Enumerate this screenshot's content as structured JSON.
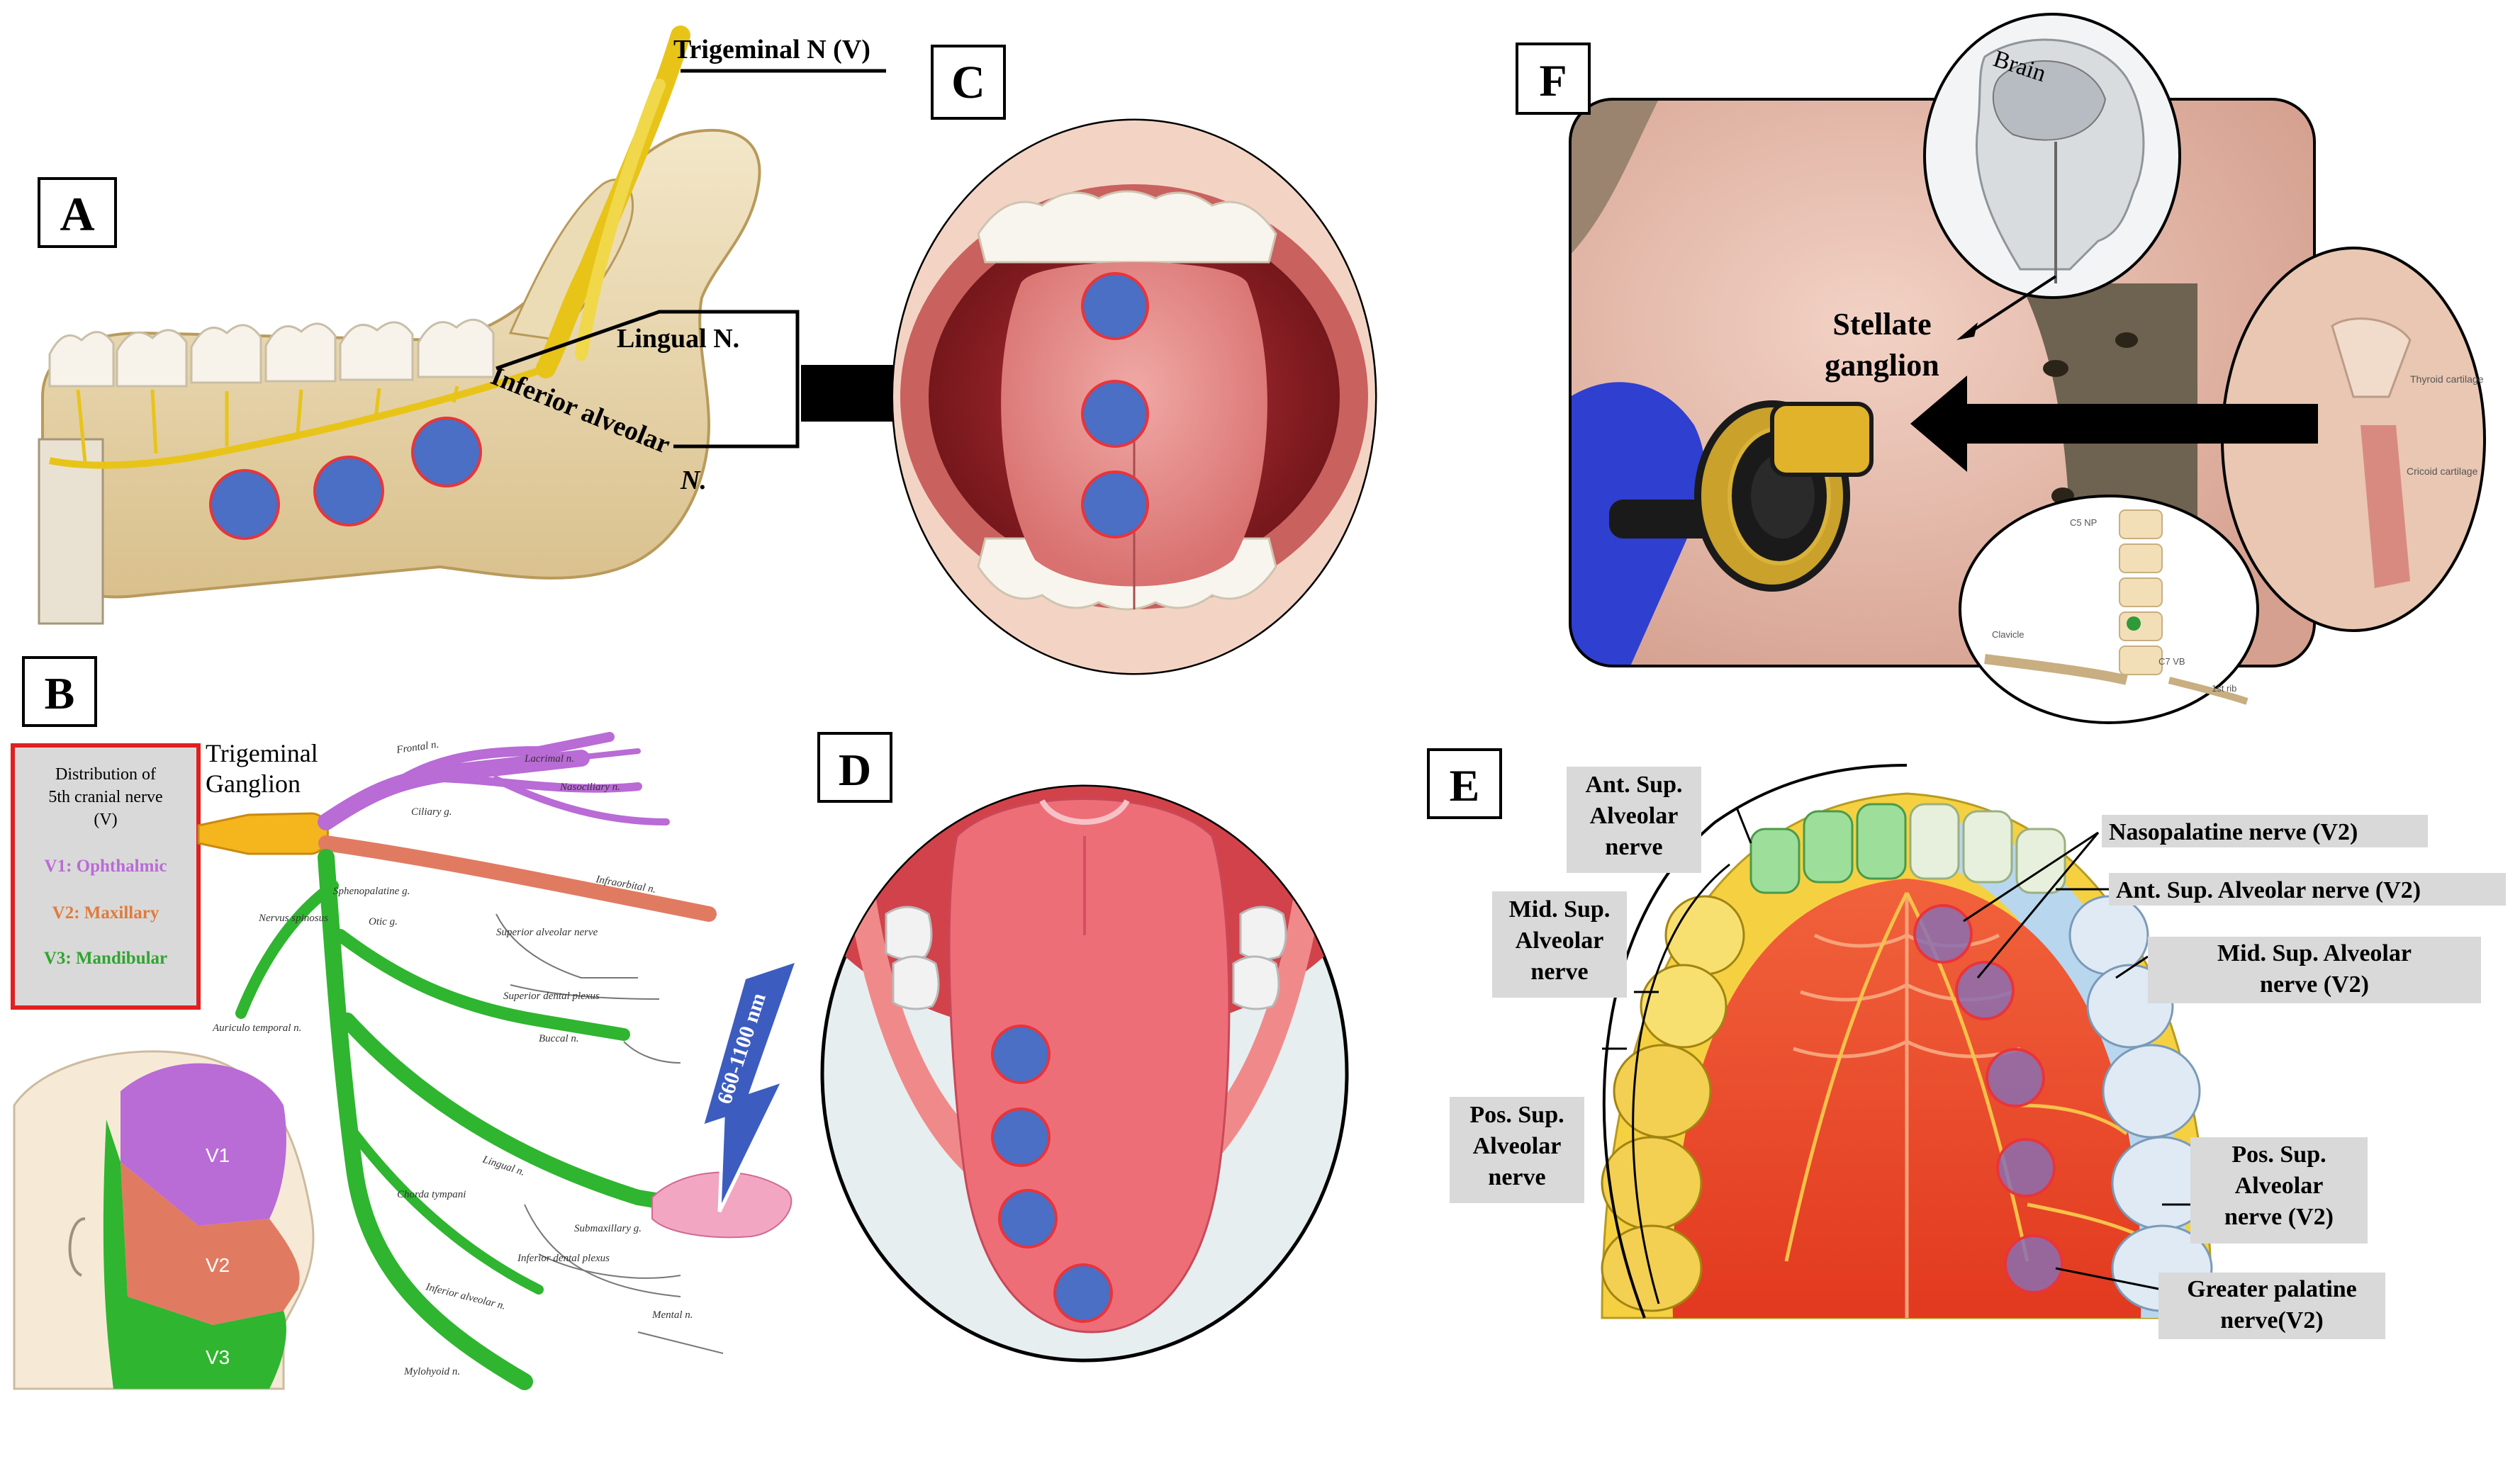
{
  "panel_labels": {
    "a": "A",
    "b": "B",
    "c": "C",
    "d": "D",
    "e": "E",
    "f": "F"
  },
  "panel_a": {
    "trigeminal": "Trigeminal N (V)",
    "lingual": "Lingual N.",
    "inferior_alveolar": "Inferior alveolar",
    "inferior_alveolar_n": "N."
  },
  "panel_b": {
    "legend_title_1": "Distribution of",
    "legend_title_2": "5th cranial nerve",
    "legend_title_3": "(V)",
    "v1": "V1: Ophthalmic",
    "v2": "V2: Maxillary",
    "v3": "V3: Mandibular",
    "ganglion_1": "Trigeminal",
    "ganglion_2": "Ganglion",
    "face_v1": "V1",
    "face_v2": "V2",
    "face_v3": "V3",
    "wavelength": "660-1100 nm",
    "small_labels": {
      "frontal": "Frontal n.",
      "lacrimal": "Lacrimal n.",
      "nasociliary": "Nasociliary n.",
      "ciliary": "Ciliary g.",
      "sphenopalatine": "Sphenopalatine g.",
      "infraorbital": "Infraorbital n.",
      "nervus_spinosus": "Nervus spinosus",
      "otic": "Otic g.",
      "sup_alveolar": "Superior alveolar nerve",
      "sup_dental": "Superior dental plexus",
      "buccal": "Buccal n.",
      "auriculo": "Auriculo temporal n.",
      "lingual": "Lingual n.",
      "chorda": "Chorda tympani",
      "submaxillary": "Submaxillary g.",
      "inf_dental": "Inferior dental plexus",
      "inf_alveolar": "Inferior alveolar n.",
      "mental": "Mental n.",
      "mylohyoid": "Mylohyoid n."
    }
  },
  "panel_e": {
    "ant_sup": [
      "Ant. Sup.",
      "Alveolar",
      "nerve"
    ],
    "mid_sup": [
      "Mid. Sup.",
      "Alveolar",
      "nerve"
    ],
    "pos_sup": [
      "Pos. Sup.",
      "Alveolar",
      "nerve"
    ],
    "nasopalatine": "Nasopalatine nerve (V2)",
    "ant_sup_v2": "Ant. Sup. Alveolar nerve (V2)",
    "mid_sup_v2": [
      "Mid. Sup. Alveolar",
      "nerve (V2)"
    ],
    "pos_sup_v2": [
      "Pos. Sup.",
      "Alveolar",
      "nerve (V2)"
    ],
    "greater_palatine": [
      "Greater palatine",
      "nerve(V2)"
    ]
  },
  "panel_f": {
    "brain": "Brain",
    "stellate_1": "Stellate",
    "stellate_2": "ganglion",
    "inset_labels": {
      "thyroid": "Thyroid cartilage",
      "cricoid": "Cricoid cartilage",
      "c5": "C5 NP",
      "clavicle": "Clavicle",
      "c7": "C7 VB",
      "rib": "1st rib"
    }
  },
  "colors": {
    "laser_spot": "#4a6fc4",
    "laser_spot_outline": "#e8343a",
    "v1_ophthalmic": "#b96bd6",
    "v2_maxillary": "#e07b62",
    "v3_mandibular": "#2fb52f",
    "trigeminal_ganglion": "#f5b51d",
    "nerve_yellow": "#e8c419",
    "legend_border": "#e02020"
  }
}
